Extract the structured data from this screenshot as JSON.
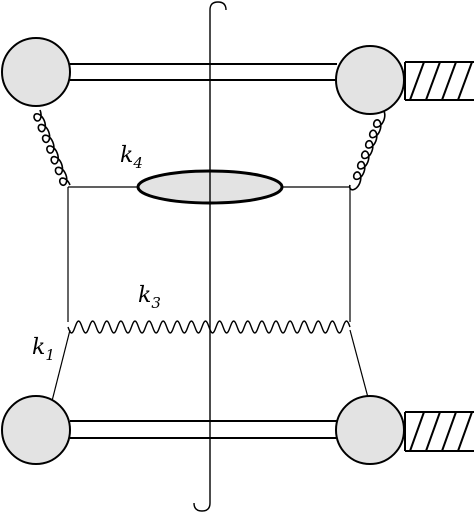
{
  "labels": {
    "k1": {
      "base": "k",
      "sub": "1"
    },
    "k3": {
      "base": "k",
      "sub": "3"
    },
    "k4": {
      "base": "k",
      "sub": "4"
    }
  },
  "colors": {
    "line": "#000000",
    "blob_fill": "#e3e3e3",
    "background": "#ffffff"
  }
}
